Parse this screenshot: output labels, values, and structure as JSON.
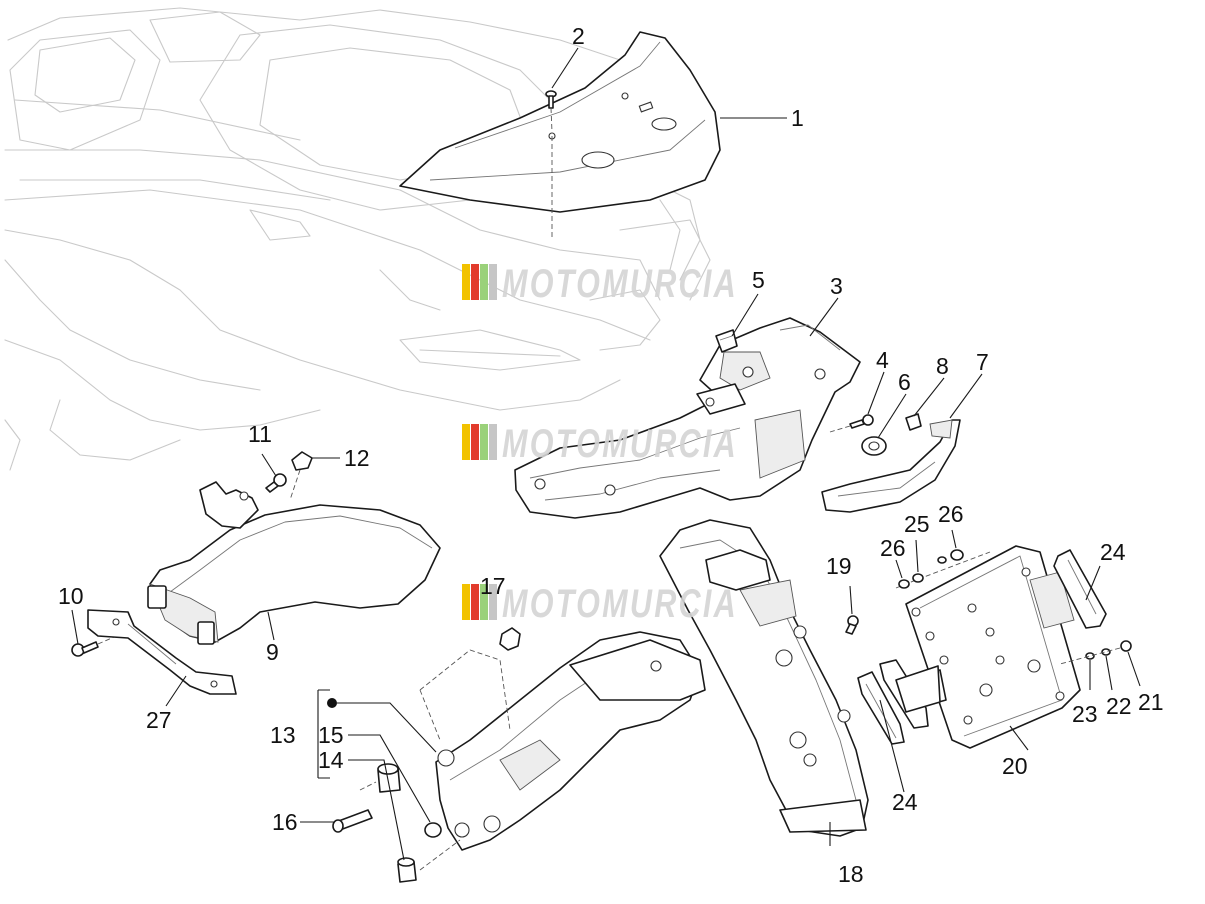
{
  "watermark": {
    "text": "MOTOMURCIA",
    "stripe_colors": [
      "#f2c200",
      "#e23b2c",
      "#9ad17a",
      "#c6c6c6"
    ]
  },
  "callouts": {
    "c1": "1",
    "c2": "2",
    "c3": "3",
    "c4": "4",
    "c5": "5",
    "c6": "6",
    "c7": "7",
    "c8": "8",
    "c9": "9",
    "c10": "10",
    "c11": "11",
    "c12": "12",
    "c13": "13",
    "c14": "14",
    "c15": "15",
    "c16": "16",
    "c17": "17",
    "c18": "18",
    "c19": "19",
    "c20": "20",
    "c21": "21",
    "c22": "22",
    "c23": "23",
    "c24a": "24",
    "c24b": "24",
    "c25": "25",
    "c26a": "26",
    "c26b": "26",
    "c27": "27"
  }
}
